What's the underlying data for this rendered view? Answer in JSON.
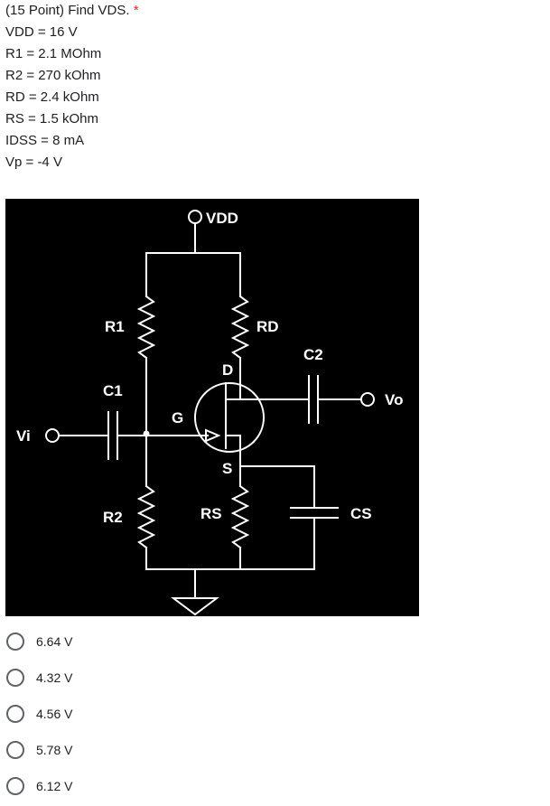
{
  "question": {
    "title": "(15 Point) Find VDS.",
    "required_mark": "*",
    "params": [
      "VDD = 16 V",
      "R1 = 2.1 MOhm",
      "R2 = 270 kOhm",
      "RD = 2.4 kOhm",
      "RS = 1.5 kOhm",
      "IDSS = 8 mA",
      "Vp = -4 V"
    ]
  },
  "circuit": {
    "vdd": "VDD",
    "r1": "R1",
    "rd": "RD",
    "c2": "C2",
    "d": "D",
    "c1": "C1",
    "g": "G",
    "vo": "Vo",
    "vi": "Vi",
    "s": "S",
    "r2": "R2",
    "rs": "RS",
    "cs": "CS"
  },
  "options": [
    "6.64 V",
    "4.32 V",
    "4.56 V",
    "5.78 V",
    "6.12 V"
  ],
  "colors": {
    "required": "#d93025",
    "figure_bg": "#000000",
    "circuit_line": "#ffffff"
  }
}
